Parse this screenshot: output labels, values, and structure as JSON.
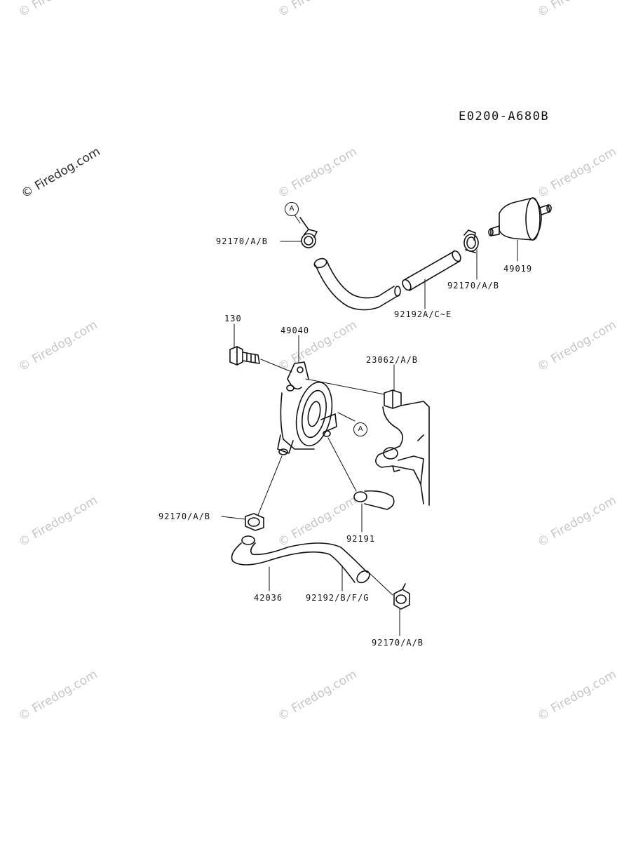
{
  "diagram_code": "E0200-A680B",
  "watermark": "© Firedog.com",
  "callouts": {
    "A_top": "A",
    "A_pump": "A"
  },
  "parts": {
    "clamp_top_left": "92170/A/B",
    "clamp_top_right": "92170/A/B",
    "fuel_filter": "49019",
    "hose_upper": "92192A/C~E",
    "bolt": "130",
    "fuel_pump": "49040",
    "bracket": "23062/A/B",
    "clamp_mid_left": "92170/A/B",
    "hose_short": "92191",
    "hose_lower": "42036",
    "hose_lower_end": "92192/B/F/G",
    "clamp_bottom": "92170/A/B"
  }
}
